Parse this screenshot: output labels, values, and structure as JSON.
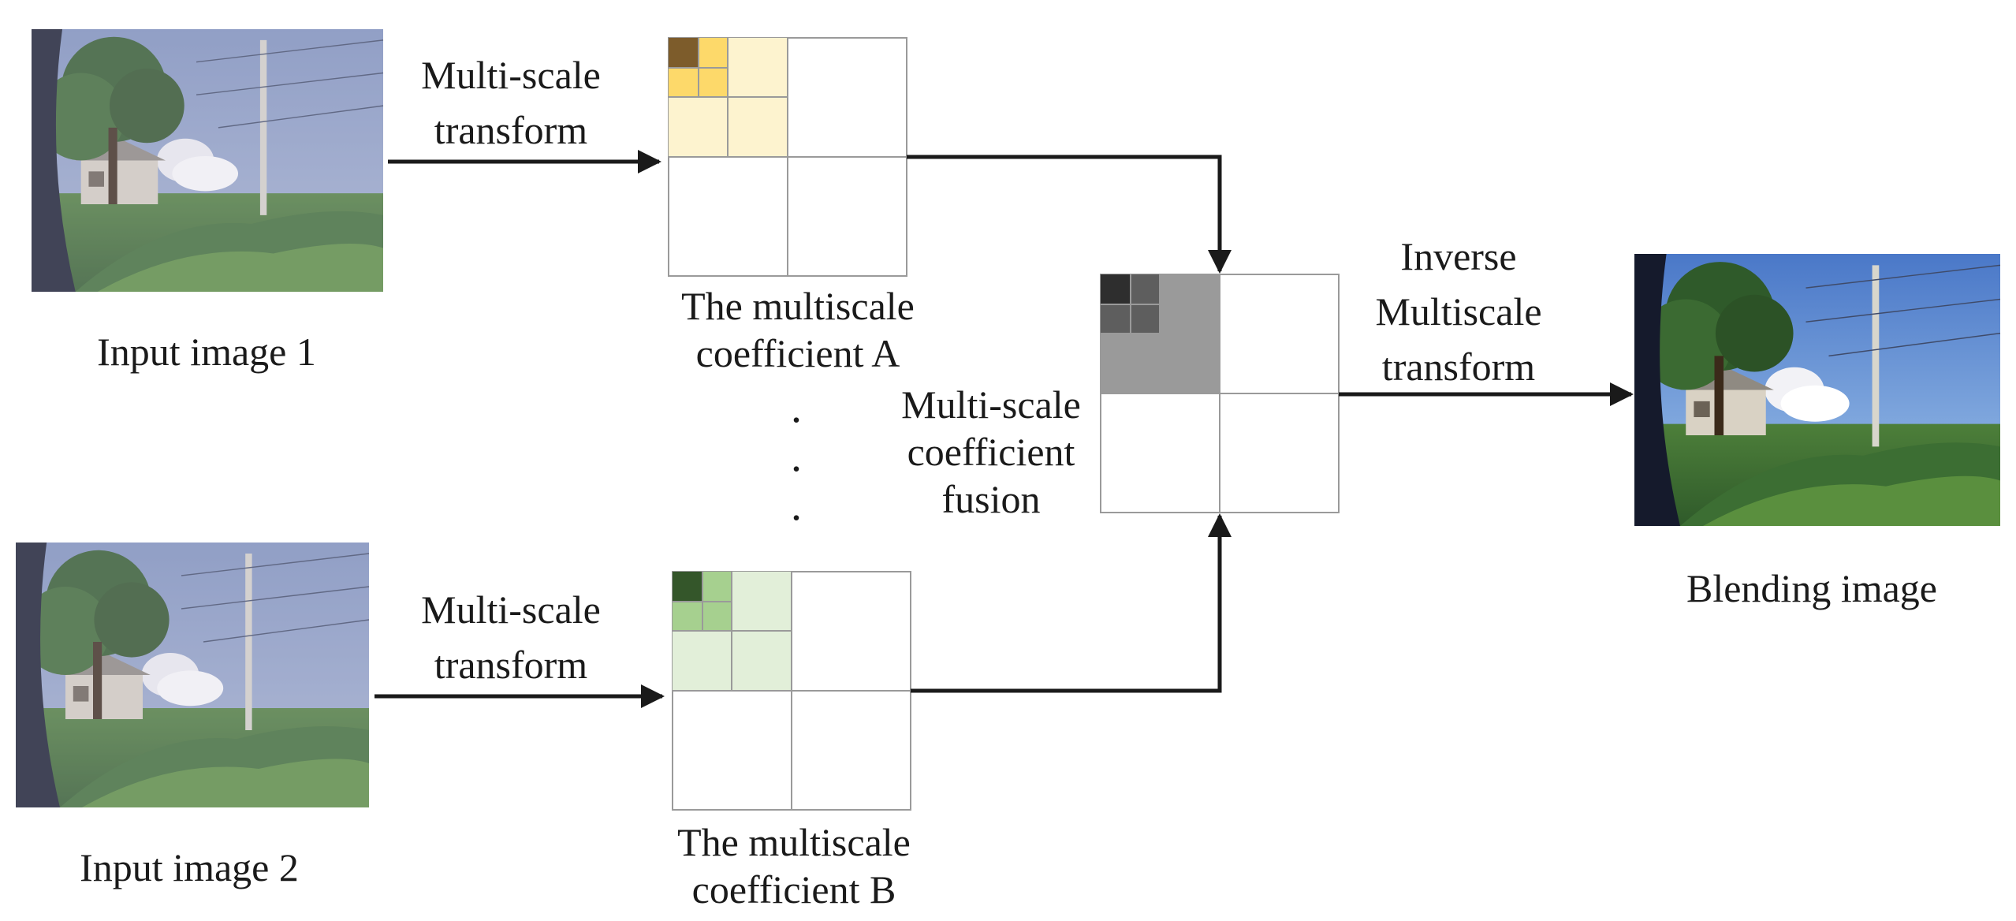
{
  "labels": {
    "input_image_1": "Input image 1",
    "input_image_2": "Input image 2",
    "blending_image": "Blending image",
    "transform_top_1": "Multi-scale",
    "transform_top_2": "transform",
    "transform_bottom_1": "Multi-scale",
    "transform_bottom_2": "transform",
    "coef_a_1": "The multiscale",
    "coef_a_2": "coefficient A",
    "coef_b_1": "The multiscale",
    "coef_b_2": "coefficient B",
    "fusion_1": "Multi-scale",
    "fusion_2": "coefficient",
    "fusion_3": "fusion",
    "inverse_1": "Inverse",
    "inverse_2": "Multiscale",
    "inverse_3": "transform",
    "dot": "."
  },
  "colors": {
    "coef_a": {
      "level3": "#7d5c2b",
      "level2": "#fdd96a",
      "level1": "#fdf3cf"
    },
    "coef_b": {
      "level3": "#34562a",
      "level2": "#a6d08f",
      "level1": "#e2efd9"
    },
    "fused": {
      "level3": "#2e2e2e",
      "level2": "#5e5e5e",
      "level1": "#9a9a9a"
    },
    "grid_line": "#9a9a9a",
    "arrow": "#1a1a1a"
  }
}
